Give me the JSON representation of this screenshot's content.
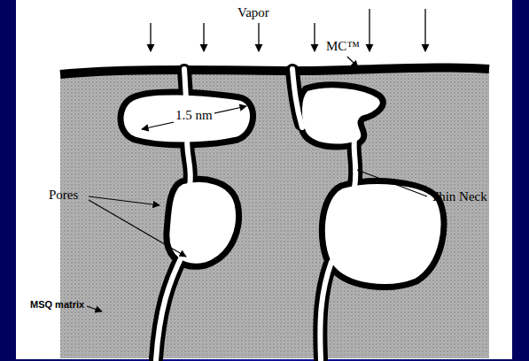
{
  "diagram": {
    "labels": [
      "Vapor",
      "MC™",
      "1.5 nm",
      "Pores",
      "Thin Neck",
      "MSQ matrix"
    ]
  }
}
